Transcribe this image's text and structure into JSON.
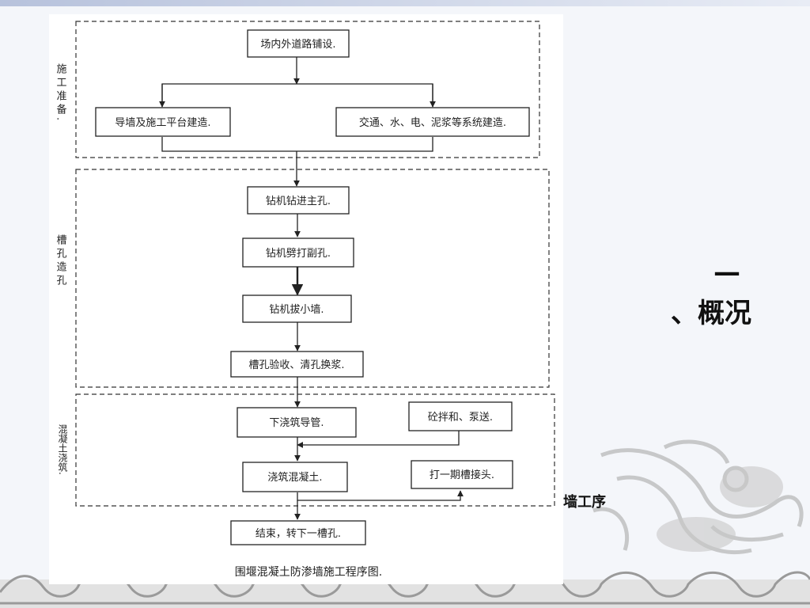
{
  "slide": {
    "title_dash": "—",
    "title": "、概况",
    "side_caption": "墙工序"
  },
  "diagram": {
    "caption": "围堰混凝土防渗墙施工程序图.",
    "sections": [
      {
        "label": "施工准备."
      },
      {
        "label": "槽孔造孔"
      },
      {
        "label": "混凝土浇筑."
      }
    ],
    "nodes": {
      "n1": "场内外道路铺设.",
      "n2": "导墙及施工平台建造.",
      "n3": "交通、水、电、泥浆等系统建造.",
      "n4": "钻机钻进主孔.",
      "n5": "钻机劈打副孔.",
      "n6": "钻机拔小墙.",
      "n7": "槽孔验收、清孔换浆.",
      "n8": "下浇筑导管.",
      "n9": "砼拌和、泵送.",
      "n10": "浇筑混凝土.",
      "n11": "打一期槽接头.",
      "n12": "结束，转下一槽孔."
    }
  }
}
